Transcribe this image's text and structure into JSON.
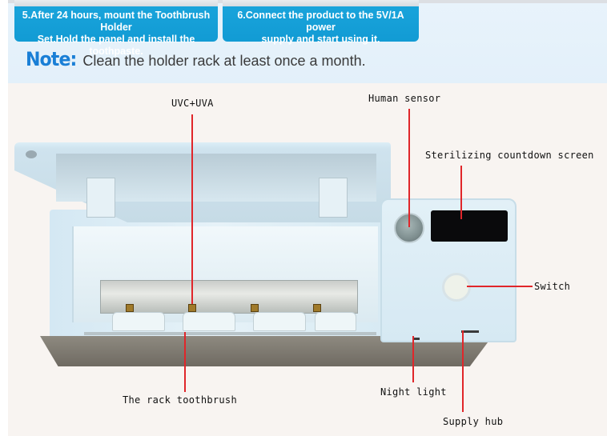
{
  "instructions": {
    "steps": [
      {
        "number": "5",
        "text_line1": "5.After 24 hours, mount the Toothbrush Holder",
        "text_line2": "Set.Hold the panel and install the toothpaste."
      },
      {
        "number": "6",
        "text_line1": "6.Connect the product to the 5V/1A power",
        "text_line2": "supply and start using it."
      }
    ],
    "note_label": "Note:",
    "note_text": "Clean the holder rack at least once a month."
  },
  "diagram": {
    "callouts": {
      "uv_light": "UVC+UVA",
      "human_sensor": "Human sensor",
      "countdown_screen": "Sterilizing countdown screen",
      "switch": "Switch",
      "rack": "The rack toothbrush",
      "night_light": "Night light",
      "supply_hub": "Supply hub"
    }
  },
  "colors": {
    "card_blue": "#1aa5dc",
    "note_blue": "#1a7fd6",
    "callout_line_red": "#e0262a",
    "panel_background": "#e6f2fa",
    "photo_background": "#f8f4f1"
  }
}
